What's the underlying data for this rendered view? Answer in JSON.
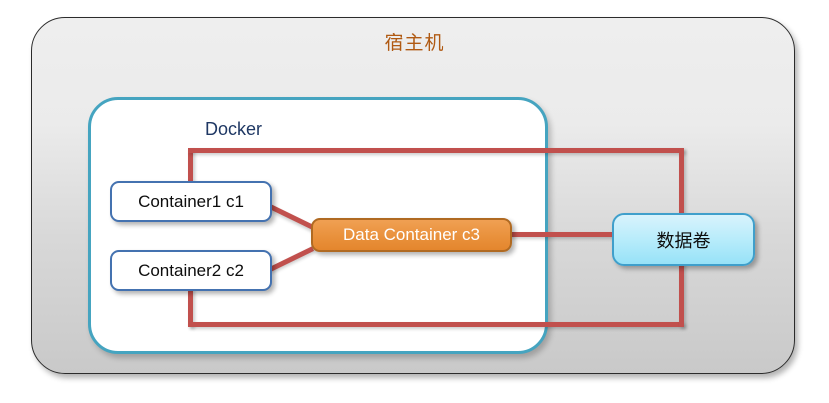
{
  "diagram": {
    "title": "宿主机",
    "inner_title": "Docker",
    "nodes": {
      "container1": "Container1 c1",
      "container2": "Container2 c2",
      "data_container": "Data Container c3",
      "data_volume": "数据卷"
    },
    "colors": {
      "host_title": "#b05a13",
      "docker_title": "#1f3864",
      "docker_border": "#45a4c0",
      "container_border": "#4472b0",
      "data_container_fill": "#e9913c",
      "data_container_border": "#b06a22",
      "data_volume_fill": "#b8ecfb",
      "data_volume_border": "#3f9fcb",
      "connector": "#c1504d",
      "host_fill": "#dcdcdc"
    }
  }
}
